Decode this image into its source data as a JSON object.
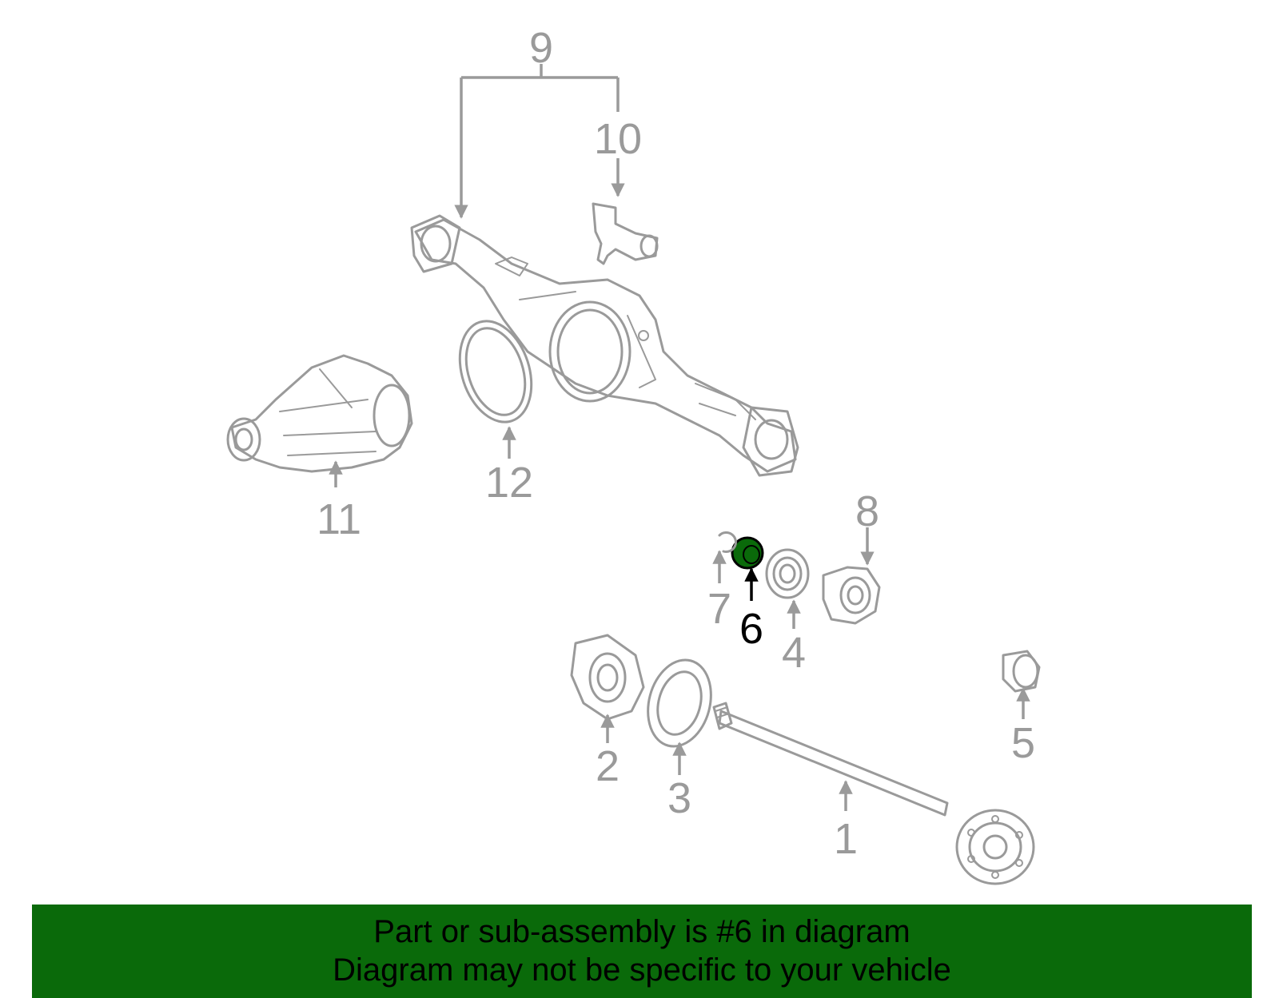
{
  "diagram": {
    "highlight_color": "#0a6a0a",
    "callouts": {
      "c1": "1",
      "c2": "2",
      "c3": "3",
      "c4": "4",
      "c5": "5",
      "c6": "6",
      "c7": "7",
      "c8": "8",
      "c9": "9",
      "c10": "10",
      "c11": "11",
      "c12": "12"
    }
  },
  "banner": {
    "line1": "Part or sub-assembly is #6 in diagram",
    "line2": "Diagram may not be specific to your vehicle",
    "background": "#0a6a0a"
  }
}
